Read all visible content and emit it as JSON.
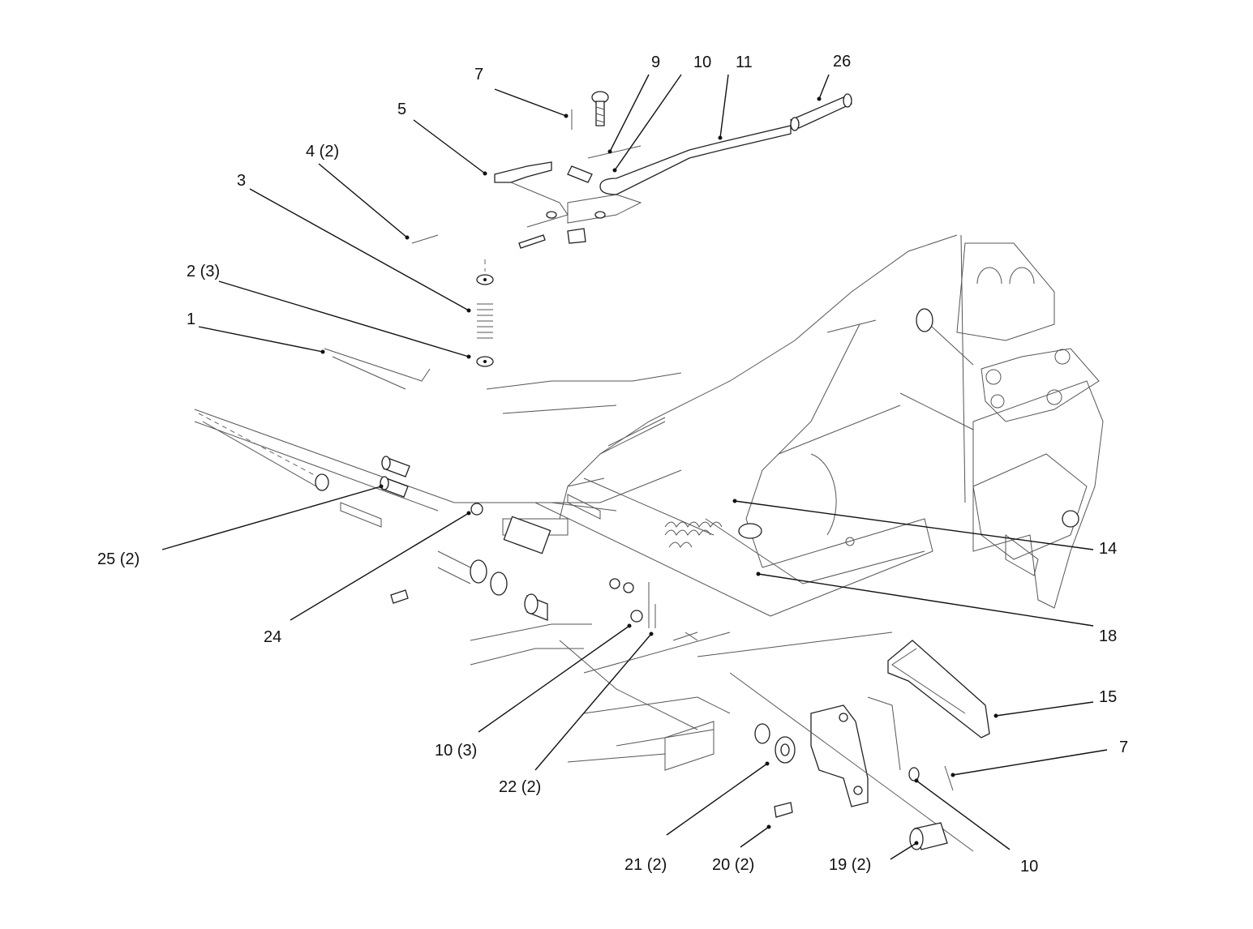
{
  "diagram": {
    "callouts": [
      {
        "id": "c-7-top",
        "label": "7"
      },
      {
        "id": "c-9",
        "label": "9"
      },
      {
        "id": "c-10-top",
        "label": "10"
      },
      {
        "id": "c-11",
        "label": "11"
      },
      {
        "id": "c-26",
        "label": "26"
      },
      {
        "id": "c-5",
        "label": "5"
      },
      {
        "id": "c-4",
        "label": "4 (2)"
      },
      {
        "id": "c-3",
        "label": "3"
      },
      {
        "id": "c-2",
        "label": "2 (3)"
      },
      {
        "id": "c-1",
        "label": "1"
      },
      {
        "id": "c-25",
        "label": "25 (2)"
      },
      {
        "id": "c-24",
        "label": "24"
      },
      {
        "id": "c-14",
        "label": "14"
      },
      {
        "id": "c-18",
        "label": "18"
      },
      {
        "id": "c-15",
        "label": "15"
      },
      {
        "id": "c-7-right",
        "label": "7"
      },
      {
        "id": "c-10-3",
        "label": "10 (3)"
      },
      {
        "id": "c-22",
        "label": "22 (2)"
      },
      {
        "id": "c-21",
        "label": "21 (2)"
      },
      {
        "id": "c-20",
        "label": "20 (2)"
      },
      {
        "id": "c-19",
        "label": "19 (2)"
      },
      {
        "id": "c-10-bottom",
        "label": "10"
      }
    ]
  }
}
